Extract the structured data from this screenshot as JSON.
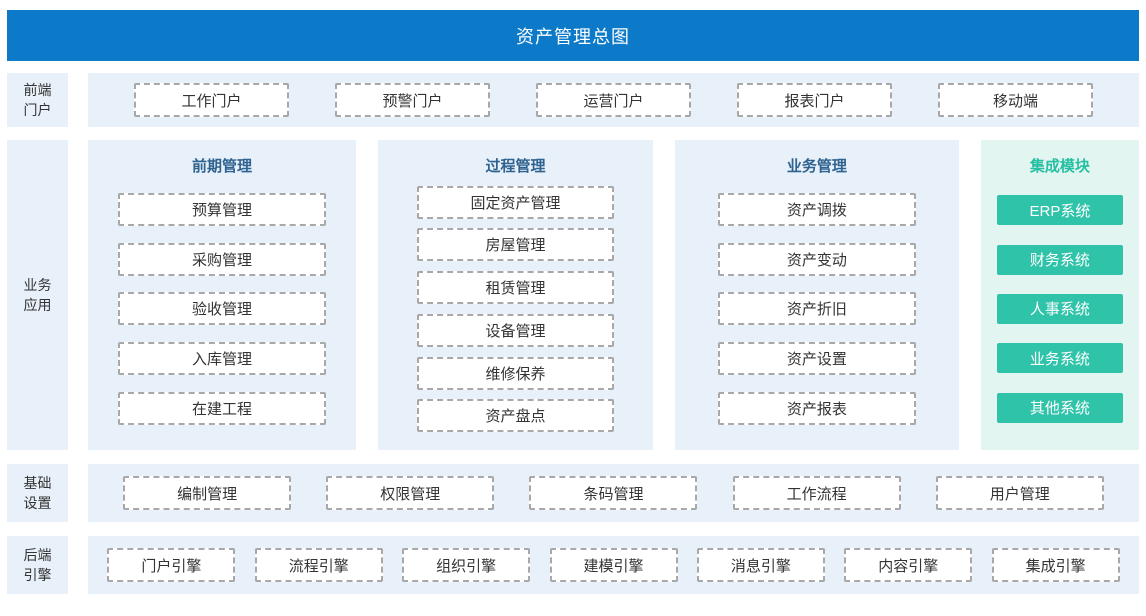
{
  "banner": {
    "title": "资产管理总图"
  },
  "colors": {
    "banner_blue": "#0c7ac9",
    "panel_blue": "#e8f0fa",
    "panel_teal": "#e3f5f0",
    "header_blue": "#2f638f",
    "header_teal": "#26bfa4",
    "button_teal": "#2fc3a9",
    "dashed_border": "#a8a8a8",
    "text_dark": "#333333"
  },
  "frontend_portals": {
    "label": "前端门户",
    "items": [
      "工作门户",
      "预警门户",
      "运营门户",
      "报表门户",
      "移动端"
    ]
  },
  "business_apps": {
    "label": "业务应用",
    "columns": [
      {
        "header": "前期管理",
        "items": [
          "预算管理",
          "采购管理",
          "验收管理",
          "入库管理",
          "在建工程"
        ]
      },
      {
        "header": "过程管理",
        "items": [
          "固定资产管理",
          "房屋管理",
          "租赁管理",
          "设备管理",
          "维修保养",
          "资产盘点"
        ]
      },
      {
        "header": "业务管理",
        "items": [
          "资产调拨",
          "资产变动",
          "资产折旧",
          "资产设置",
          "资产报表"
        ]
      },
      {
        "header": "集成模块",
        "items": [
          "ERP系统",
          "财务系统",
          "人事系统",
          "业务系统",
          "其他系统"
        ]
      }
    ]
  },
  "basic_settings": {
    "label": "基础设置",
    "items": [
      "编制管理",
      "权限管理",
      "条码管理",
      "工作流程",
      "用户管理"
    ]
  },
  "backend_engines": {
    "label": "后端引擎",
    "items": [
      "门户引擎",
      "流程引擎",
      "组织引擎",
      "建模引擎",
      "消息引擎",
      "内容引擎",
      "集成引擎"
    ]
  }
}
